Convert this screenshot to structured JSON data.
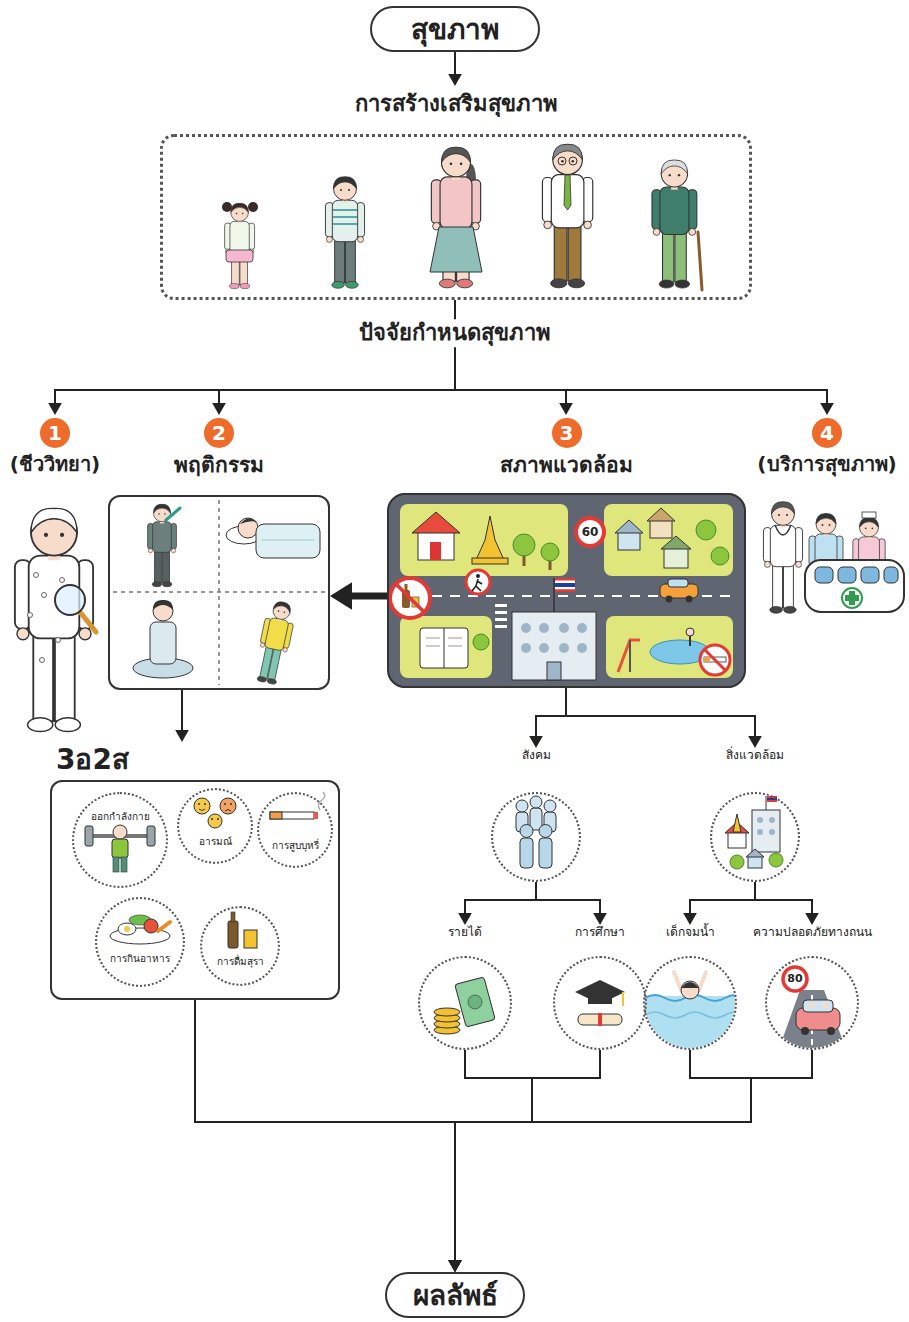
{
  "diagram": {
    "nodes": [
      {
        "text": [
          "สุขภาพ"
        ]
      },
      {
        "text": [
          "การสร้างเสริมสุขภาพ"
        ]
      },
      {
        "text": [
          "1",
          "(ชีววิทยา)"
        ]
      },
      {
        "text": [
          "2",
          "พฤติกรรม"
        ]
      },
      {
        "text": [
          "3",
          "สภาพแวดล้อม"
        ]
      },
      {
        "text": [
          "4",
          "(บริการสุขภาพ)"
        ]
      },
      {
        "text": [
          "3อ2ส"
        ]
      },
      {
        "text": [
          "ออกกำลังกาย"
        ],
        "in": 6
      },
      {
        "text": [
          "อารมณ์"
        ],
        "in": 6
      },
      {
        "text": [
          "การสูบบุหรี่"
        ],
        "in": 6
      },
      {
        "text": [
          "การกินอาหาร"
        ],
        "in": 6
      },
      {
        "text": [
          "การดื่มสุรา"
        ],
        "in": 6
      },
      {
        "text": [
          "สังคม"
        ]
      },
      {
        "text": [
          "สิ่งแวดล้อม"
        ]
      },
      {
        "text": [
          "รายได้"
        ]
      },
      {
        "text": [
          "การศึกษา"
        ]
      },
      {
        "text": [
          "เด็กจมน้ำ"
        ]
      },
      {
        "text": [
          "ความปลอดภัยทางถนน"
        ]
      },
      {
        "text": [
          "ผลลัพธ์"
        ]
      }
    ],
    "edges": [
      {
        "from": 0,
        "to": 1,
        "arrow": "to"
      },
      {
        "from": 1,
        "to": 2,
        "arrow": "to"
      },
      {
        "from": 1,
        "to": 3,
        "arrow": "to"
      },
      {
        "from": 1,
        "to": 4,
        "arrow": "to"
      },
      {
        "from": 1,
        "to": 5,
        "arrow": "to"
      },
      {
        "from": 4,
        "to": 3,
        "arrow": "to"
      },
      {
        "from": 3,
        "to": 6,
        "arrow": "to"
      },
      {
        "from": 4,
        "to": 12,
        "arrow": "to"
      },
      {
        "from": 4,
        "to": 13,
        "arrow": "to"
      },
      {
        "from": 12,
        "to": 14,
        "arrow": "to"
      },
      {
        "from": 12,
        "to": 15,
        "arrow": "to"
      },
      {
        "from": 13,
        "to": 16,
        "arrow": "to"
      },
      {
        "from": 13,
        "to": 17,
        "arrow": "to"
      },
      {
        "from": 6,
        "to": 18,
        "arrow": "to"
      },
      {
        "from": 14,
        "to": 18,
        "arrow": "to"
      },
      {
        "from": 15,
        "to": 18,
        "arrow": "to"
      },
      {
        "from": 16,
        "to": 18,
        "arrow": "to"
      },
      {
        "from": 17,
        "to": 18,
        "arrow": "to"
      }
    ],
    "labels": [
      "ปัจจัยกำหนดสุขภาพ",
      "60",
      "80"
    ]
  }
}
